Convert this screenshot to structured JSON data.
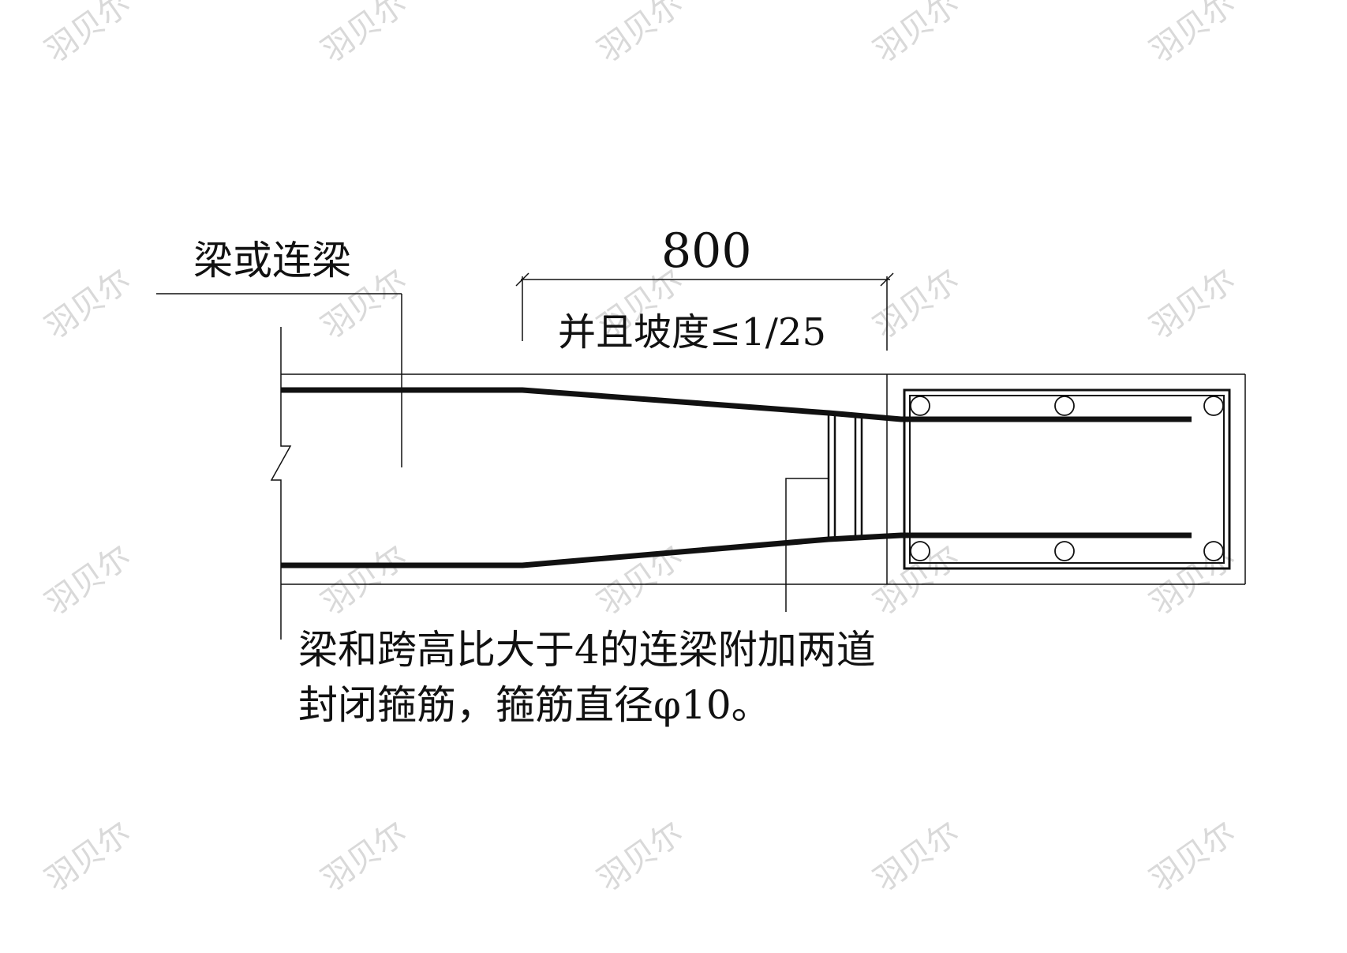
{
  "colors": {
    "background": "#ffffff",
    "line": "#111111",
    "watermark": "#d9d9d9"
  },
  "labels": {
    "beam_label": "梁或连梁",
    "dimension_value": "800",
    "slope_note": "并且坡度≤1/25",
    "note_line1": "梁和跨高比大于4的连梁附加两道",
    "note_line2": "封闭箍筋，箍筋直径φ10。"
  },
  "watermark": {
    "text": "羽贝尔"
  }
}
